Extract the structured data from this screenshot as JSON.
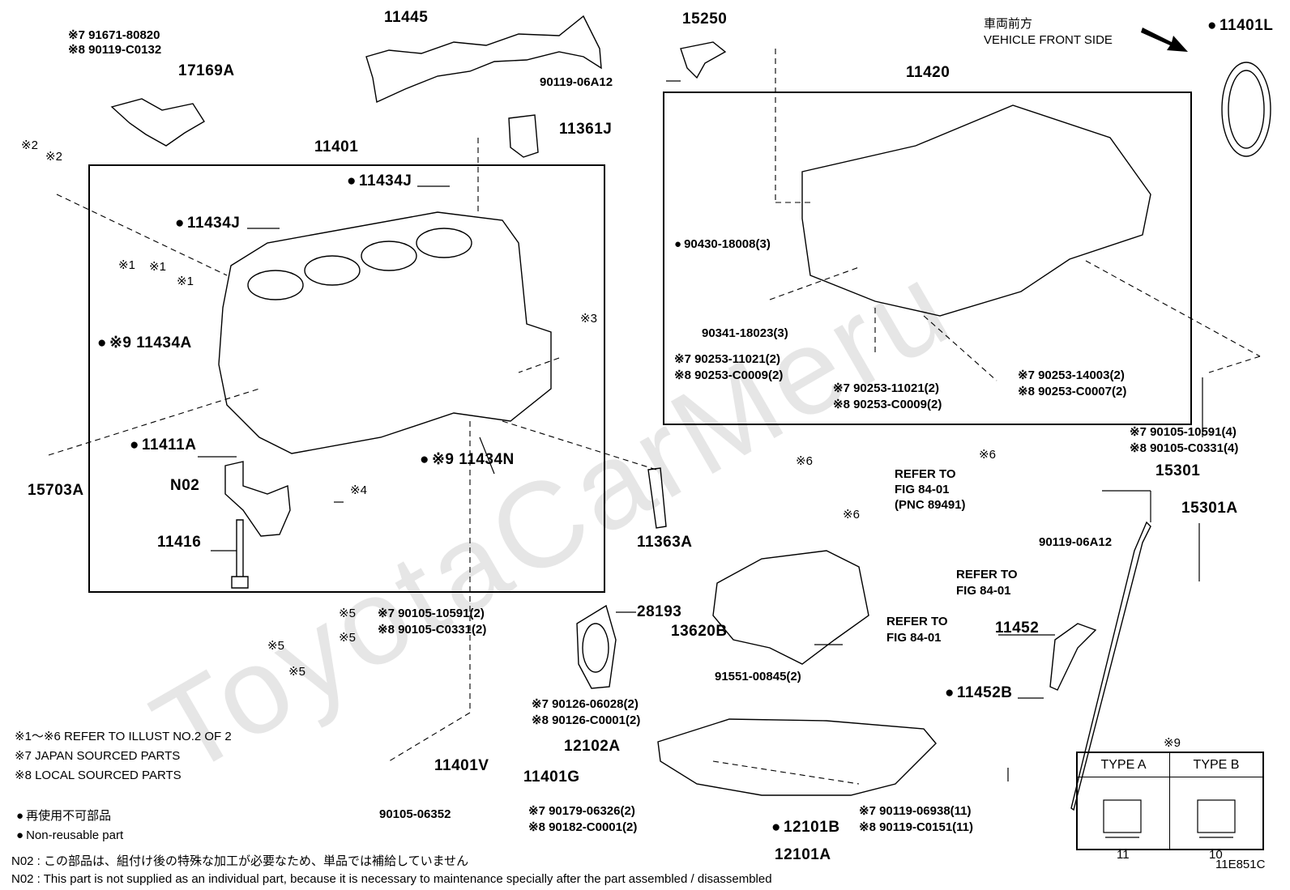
{
  "diagram_code": "11E851C",
  "vehicle_front": {
    "jp": "車両前方",
    "en": "VEHICLE FRONT SIDE"
  },
  "parts": {
    "p11445": "11445",
    "p15250": "15250",
    "p11401L": "11401L",
    "p91671": "※7 91671-80820",
    "p90119c0132": "※8 90119-C0132",
    "p17169A": "17169A",
    "p9011906A12_top": "90119-06A12",
    "p11420": "11420",
    "p11361J": "11361J",
    "p11401": "11401",
    "p11434J_a": "11434J",
    "p11434J_b": "11434J",
    "s2a": "※2",
    "s2b": "※2",
    "s1a": "※1",
    "s1b": "※1",
    "s1c": "※1",
    "p11434A": "※9 11434A",
    "s3": "※3",
    "p11411A": "11411A",
    "p11434N": "※9 11434N",
    "p15703A": "15703A",
    "pN02": "N02",
    "s4": "※4",
    "p11416": "11416",
    "p90430": "90430-18008(3)",
    "p90341": "90341-18023(3)",
    "p9025311021_a": "※7 90253-11021(2)",
    "p90253c0009_a": "※8 90253-C0009(2)",
    "p9025311021_b": "※7 90253-11021(2)",
    "p90253c0009_b": "※8 90253-C0009(2)",
    "p9025314003": "※7 90253-14003(2)",
    "p90253c0007": "※8 90253-C0007(2)",
    "p9010510591_r": "※7 90105-10591(4)",
    "p90105c0331_r": "※8 90105-C0331(4)",
    "s6a": "※6",
    "s6b": "※6",
    "s6c": "※6",
    "refer_fig_a": "REFER TO\nFIG 84-01\n(PNC 89491)",
    "refer_fig_b": "REFER TO\nFIG 84-01",
    "refer_fig_c": "REFER TO\nFIG 84-01",
    "p11363A": "11363A",
    "p15301": "15301",
    "p15301A": "15301A",
    "p9011906A12_r": "90119-06A12",
    "p28193": "28193",
    "p9010510591_m": "※7 90105-10591(2)",
    "p90105c0331_m": "※8 90105-C0331(2)",
    "s5a": "※5",
    "s5b": "※5",
    "s5c": "※5",
    "s5d": "※5",
    "p13620B": "13620B",
    "p91551": "91551-00845(2)",
    "p11452": "11452",
    "p11452B": "11452B",
    "p9012606028": "※7 90126-06028(2)",
    "p90126c0001": "※8 90126-C0001(2)",
    "p12102A": "12102A",
    "p11401V": "11401V",
    "p11401G": "11401G",
    "p9010506352": "90105-06352",
    "p9017906326": "※7 90179-06326(2)",
    "p90182c0001": "※8 90182-C0001(2)",
    "p12101B": "12101B",
    "p12101A": "12101A",
    "p9011906938": "※7 90119-06938(11)",
    "p90119c0151": "※8 90119-C0151(11)",
    "s9": "※9"
  },
  "notes": {
    "n1": "※1～※6  REFER TO ILLUST NO.2 OF 2",
    "n7": "※7 JAPAN SOURCED PARTS",
    "n8": "※8 LOCAL SOURCED PARTS",
    "nonreuse_jp": "再使用不可部品",
    "nonreuse_en": "Non-reusable part",
    "n02_jp": "N02 : この部品は、組付け後の特殊な加工が必要なため、単品では補給していません",
    "n02_en": "N02 : This part is not supplied as an individual part, because it is necessary to maintenance specially after the part assembled / disassembled"
  },
  "type_table": {
    "type_a": "TYPE A",
    "type_b": "TYPE B",
    "dim_a": "11",
    "dim_b": "10"
  },
  "watermark": "ToyotaCarMeru"
}
